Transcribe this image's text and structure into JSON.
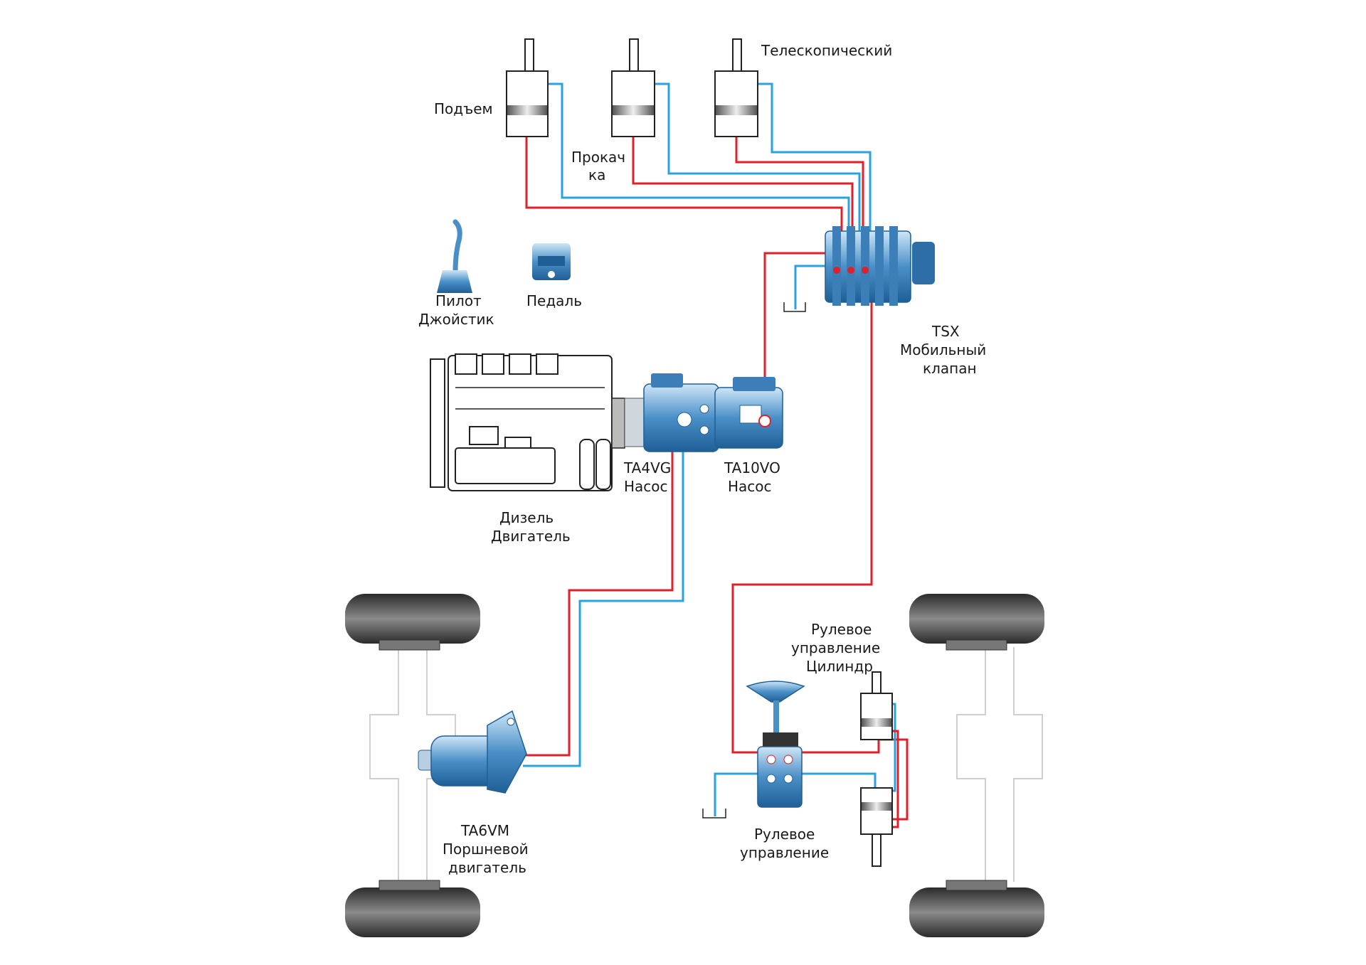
{
  "labels": {
    "lift": "Подъем",
    "tilt_line1": "Прокач",
    "tilt_line2": "ка",
    "telescopic": "Телескопический",
    "pilot_line1": "Пилот",
    "pilot_line2": "Джойстик",
    "pedal": "Педаль",
    "valve_line1": "TSX",
    "valve_line2": "Мобильный",
    "valve_line3": "клапан",
    "engine_line1": "Дизель",
    "engine_line2": "Двигатель",
    "pump1_line1": "TA4VG",
    "pump1_line2": "Насос",
    "pump2_line1": "TA10VO",
    "pump2_line2": "Насос",
    "motor_line1": "TA6VM",
    "motor_line2": "Поршневой",
    "motor_line3": "двигатель",
    "steer_cyl_line1": "Рулевое",
    "steer_cyl_line2": "управление",
    "steer_cyl_line3": "Цилиндр",
    "steer_line1": "Рулевое",
    "steer_line2": "управление"
  },
  "colors": {
    "pressure_line": "#e0202a",
    "return_line": "#29a3e0",
    "component_blue": "#4a90c8",
    "tire": "#555555"
  }
}
